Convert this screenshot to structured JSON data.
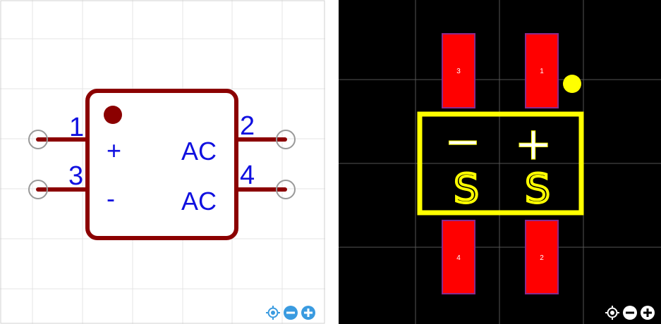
{
  "schematic": {
    "pin_numbers": [
      "1",
      "3",
      "2",
      "4"
    ],
    "labels": [
      "+",
      "-",
      "AC",
      "AC"
    ],
    "colors": {
      "body": "#8b0000",
      "text": "#1010e0",
      "pin_circle": "#999999",
      "grid": "#e4e4e4"
    }
  },
  "pcb": {
    "pads": [
      "3",
      "1",
      "4",
      "2"
    ],
    "silkscreen": [
      "−",
      "+",
      "S",
      "S"
    ],
    "colors": {
      "pad": "#ff0000",
      "pad_border": "#8b2a8b",
      "silk": "#ffff00",
      "grid": "#555555",
      "background": "#000000"
    }
  },
  "zoom": {
    "icons": [
      "locate-icon",
      "zoom-out-icon",
      "zoom-in-icon"
    ]
  }
}
